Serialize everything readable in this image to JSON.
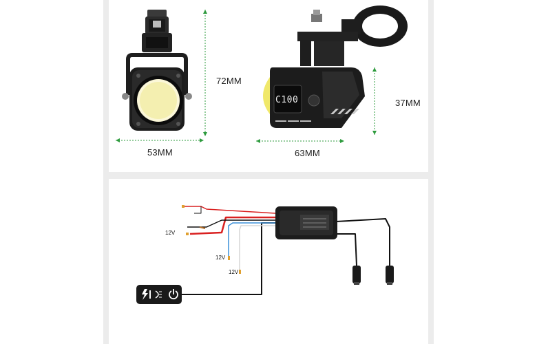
{
  "dimensions": {
    "front_width": "53MM",
    "front_height": "72MM",
    "side_width": "63MM",
    "side_height": "37MM"
  },
  "lamp_label": "C100",
  "voltage_labels": [
    "12V",
    "12V",
    "12V"
  ],
  "colors": {
    "accent_dimension": "#2e9b3e",
    "lens_yellow": "#f0e86a",
    "wire_red": "#d92020",
    "wire_blue": "#3a8fd8",
    "wire_black": "#111111"
  },
  "icons": [
    "lightning-icon",
    "headlight-icon",
    "power-icon"
  ]
}
